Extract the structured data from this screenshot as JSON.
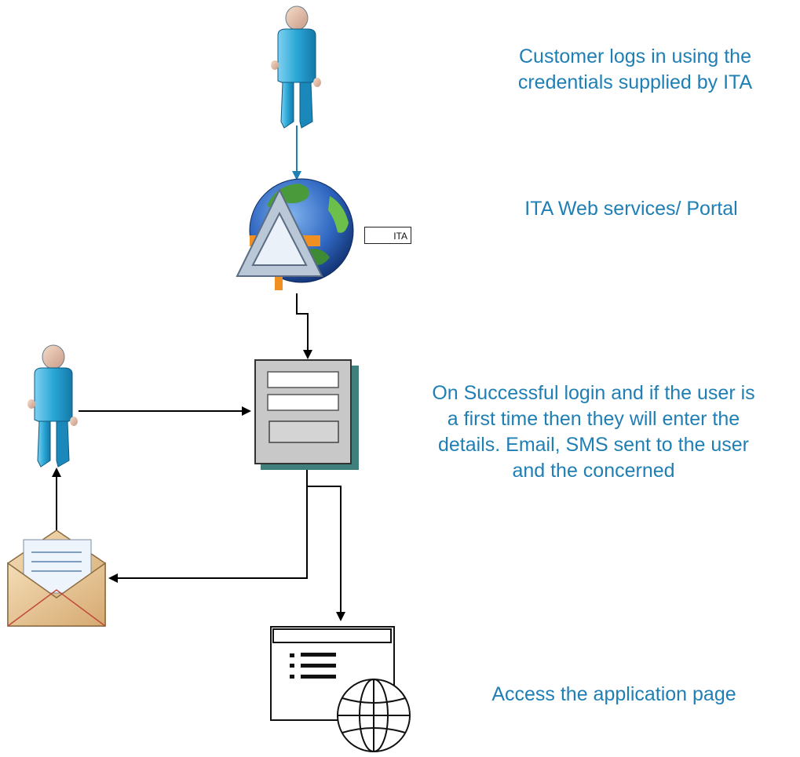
{
  "captions": {
    "customer_login_line1": "Customer logs in using the",
    "customer_login_line2": "credentials supplied by ITA",
    "portal": "ITA Web services/ Portal",
    "first_time_line1": "On Successful login and if the user is",
    "first_time_line2": "a first time then they will enter the",
    "first_time_line3": "details. Email, SMS sent to the user",
    "first_time_line4": "and the concerned",
    "access_page": "Access the application page"
  },
  "portal_tag": "ITA",
  "icons": [
    "user-icon",
    "globe-portal-icon",
    "form-icon",
    "user-icon",
    "envelope-icon",
    "web-page-icon"
  ],
  "colors": {
    "caption": "#1f7fb5",
    "connector_blue": "#1f7fb5",
    "connector_black": "#000000",
    "person_body": "#2aa7d6",
    "envelope": "#e8c89a"
  }
}
